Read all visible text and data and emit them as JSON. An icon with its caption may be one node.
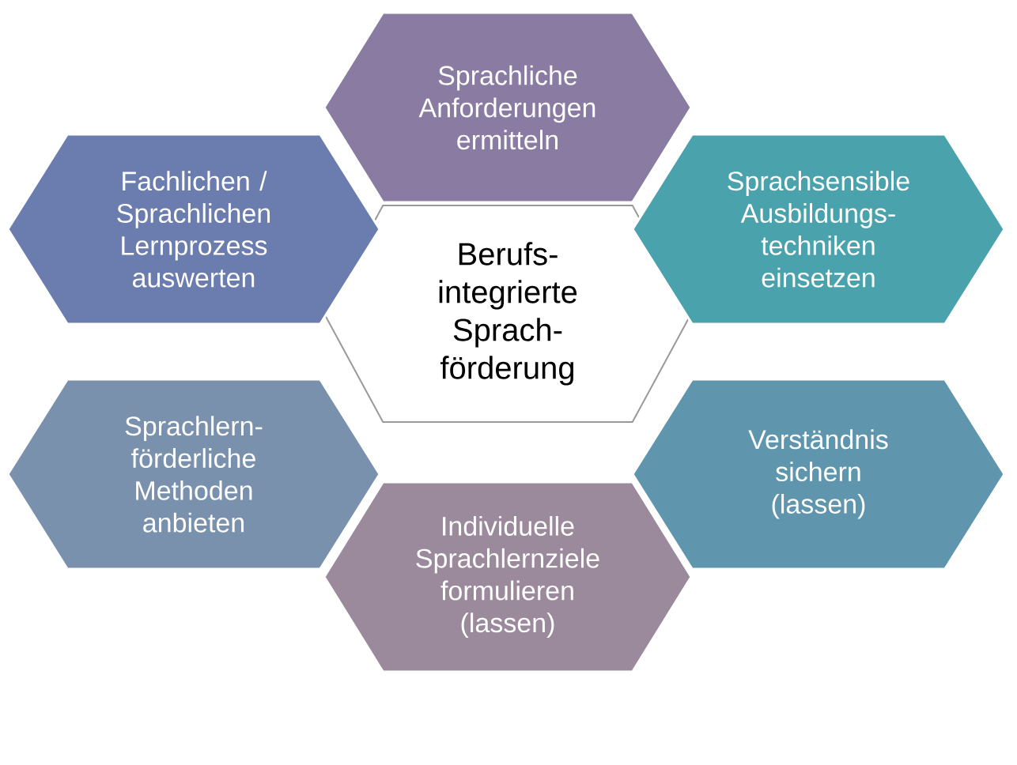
{
  "diagram": {
    "nodes": [
      {
        "text": [
          "Berufs- integrierte Sprach- förderung"
        ]
      },
      {
        "text": [
          "Sprachliche Anforderungen ermitteln"
        ]
      },
      {
        "text": [
          "Fachlichen / Sprachlichen Lernprozess auswerten"
        ]
      },
      {
        "text": [
          "Sprachsensible Ausbildungs- techniken einsetzen"
        ]
      },
      {
        "text": [
          "Sprachlern- förderliche Methoden anbieten"
        ]
      },
      {
        "text": [
          "Verständnis sichern (lassen)"
        ]
      },
      {
        "text": [
          "Individuelle Sprachlernziele formulieren (lassen)"
        ]
      }
    ]
  }
}
